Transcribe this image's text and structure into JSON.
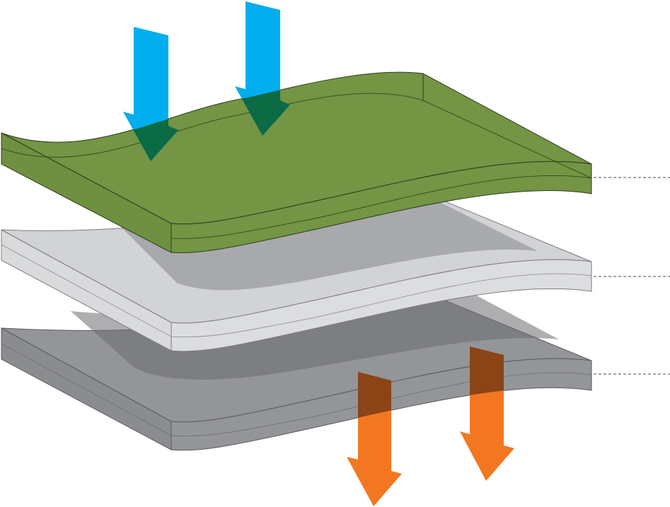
{
  "diagram": {
    "layers": [
      {
        "id": "top-layer",
        "fill": "#739544",
        "stroke": "#2f3a1c"
      },
      {
        "id": "middle-layer",
        "fill": "#d2d3d5",
        "stroke": "#7b7c80"
      },
      {
        "id": "bottom-layer",
        "fill": "#939598",
        "stroke": "#5a5b5e"
      }
    ],
    "inbound_arrows": {
      "color": "#00aeef",
      "overlap_color": "#0b6b45",
      "count": 2,
      "direction": "down-into-top-layer"
    },
    "outbound_arrows": {
      "color": "#f37721",
      "overlap_color": "#8a4416",
      "count": 2,
      "direction": "down-out-of-bottom-layer"
    },
    "leader_lines": {
      "color": "#6d6e71",
      "style": "dashed",
      "count": 3
    }
  }
}
